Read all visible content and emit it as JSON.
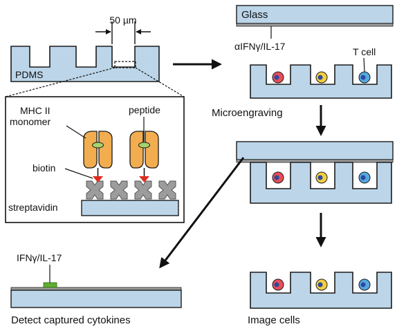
{
  "labels": {
    "width": "50 µm",
    "pdms": "PDMS",
    "glass": "Glass",
    "antibody": "αIFNγ/IL-17",
    "tcell": "T cell",
    "microengraving": "Microengraving",
    "mhc_line1": "MHC II",
    "mhc_line2": "monomer",
    "peptide": "peptide",
    "biotin": "biotin",
    "streptavidin": "streptavidin",
    "cytokine": "IFNγ/IL-17",
    "detect": "Detect captured cytokines",
    "image": "Image cells"
  },
  "colors": {
    "slab": "#bcd5e8",
    "glass": "#bcd5e8",
    "strip": "#9e9e9e",
    "mhc": "#f2ad50",
    "peptide": "#a7d36a",
    "biotin": "#e02b1f",
    "streptavidin": "#9c9c9c",
    "cytokine_spot": "#5fae32",
    "cell_red": "#e94e58",
    "cell_yellow": "#f4cf3e",
    "cell_blue": "#56a9df",
    "nucleus": "#2b4aa0",
    "outline": "#1a1a1a"
  }
}
